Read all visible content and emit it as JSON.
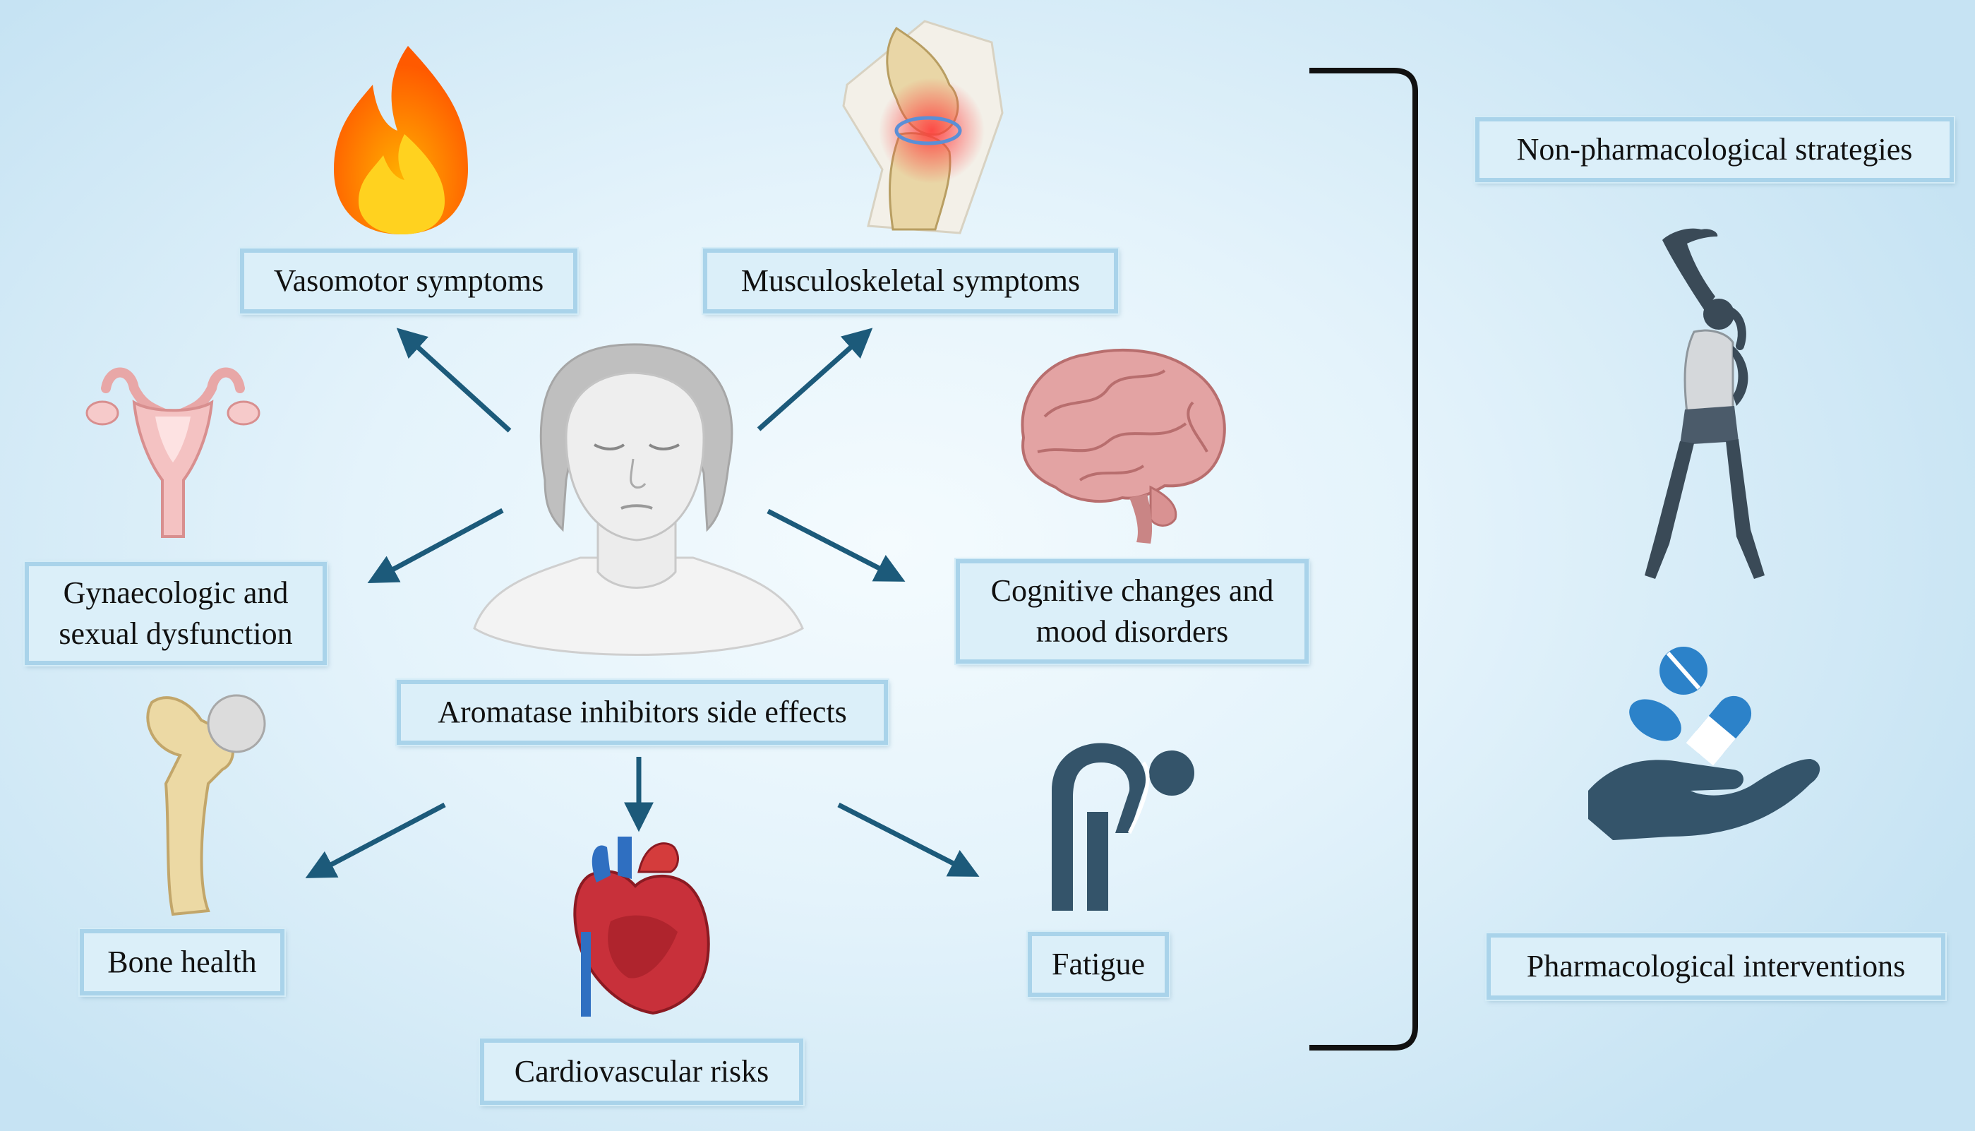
{
  "center": {
    "label": "Aromatase inhibitors side effects"
  },
  "side_effects": {
    "vasomotor": "Vasomotor symptoms",
    "musculoskeletal": "Musculoskeletal symptoms",
    "gynaecologic_line1": "Gynaecologic and",
    "gynaecologic_line2": "sexual dysfunction",
    "cognitive_line1": "Cognitive changes and",
    "cognitive_line2": "mood disorders",
    "bone": "Bone health",
    "cardiovascular": "Cardiovascular risks",
    "fatigue": "Fatigue"
  },
  "management": {
    "non_pharmacological": "Non-pharmacological strategies",
    "pharmacological": "Pharmacological interventions"
  },
  "colors": {
    "arrow": "#1c5a7a",
    "box_border": "#a9d3ea",
    "box_fill": "#dbeff9",
    "icon_dark": "#34546a"
  }
}
